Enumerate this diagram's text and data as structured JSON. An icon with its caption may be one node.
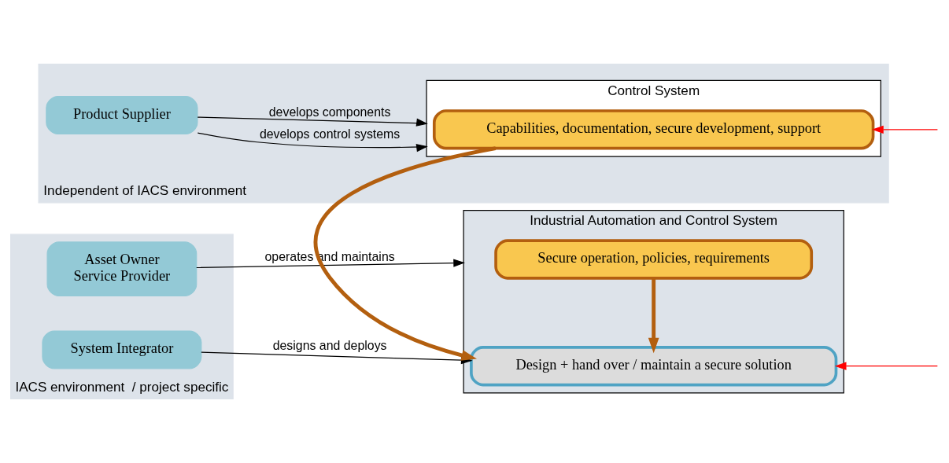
{
  "diagram": {
    "nodes": [
      {
        "text": [
          "IACS environment  / project specific"
        ]
      },
      {
        "text": [
          "Asset Owner",
          "Service Provider"
        ],
        "in": 0
      },
      {
        "text": [
          "System Integrator"
        ],
        "in": 0
      },
      {
        "text": [
          "Industrial Automation and Control System"
        ]
      },
      {
        "text": [
          "Secure operation, policies, requirements"
        ],
        "in": 3
      },
      {
        "text": [
          "Design + hand over / maintain a secure solution"
        ],
        "in": 3
      },
      {
        "text": [
          "Independent of IACS environment"
        ]
      },
      {
        "text": [
          "Product Supplier"
        ],
        "in": 6
      },
      {
        "text": [
          "Control System"
        ],
        "in": 6
      },
      {
        "text": [
          "Capabilities, documentation, secure development, support"
        ],
        "in": 8
      }
    ],
    "edges": [
      {
        "from": 1,
        "to": 3,
        "arrow": "to",
        "label": "operates and maintains"
      },
      {
        "from": 2,
        "to": 5,
        "arrow": "to",
        "label": "designs and deploys"
      },
      {
        "from": 4,
        "to": 5,
        "arrow": "to",
        "style": "thick",
        "color": "#b35f0f"
      },
      {
        "from": 9,
        "to": 5,
        "arrow": "to",
        "style": "thick",
        "color": "#b35f0f"
      },
      {
        "from": 7,
        "to": 8,
        "arrow": "to",
        "label": "develops control systems"
      },
      {
        "from": 7,
        "to": 8,
        "arrow": "to",
        "label": "develops components"
      },
      {
        "from": null,
        "to": 5,
        "arrow": "to",
        "color": "#ff0000"
      },
      {
        "from": null,
        "to": 9,
        "arrow": "to",
        "color": "#ff0000"
      }
    ]
  }
}
